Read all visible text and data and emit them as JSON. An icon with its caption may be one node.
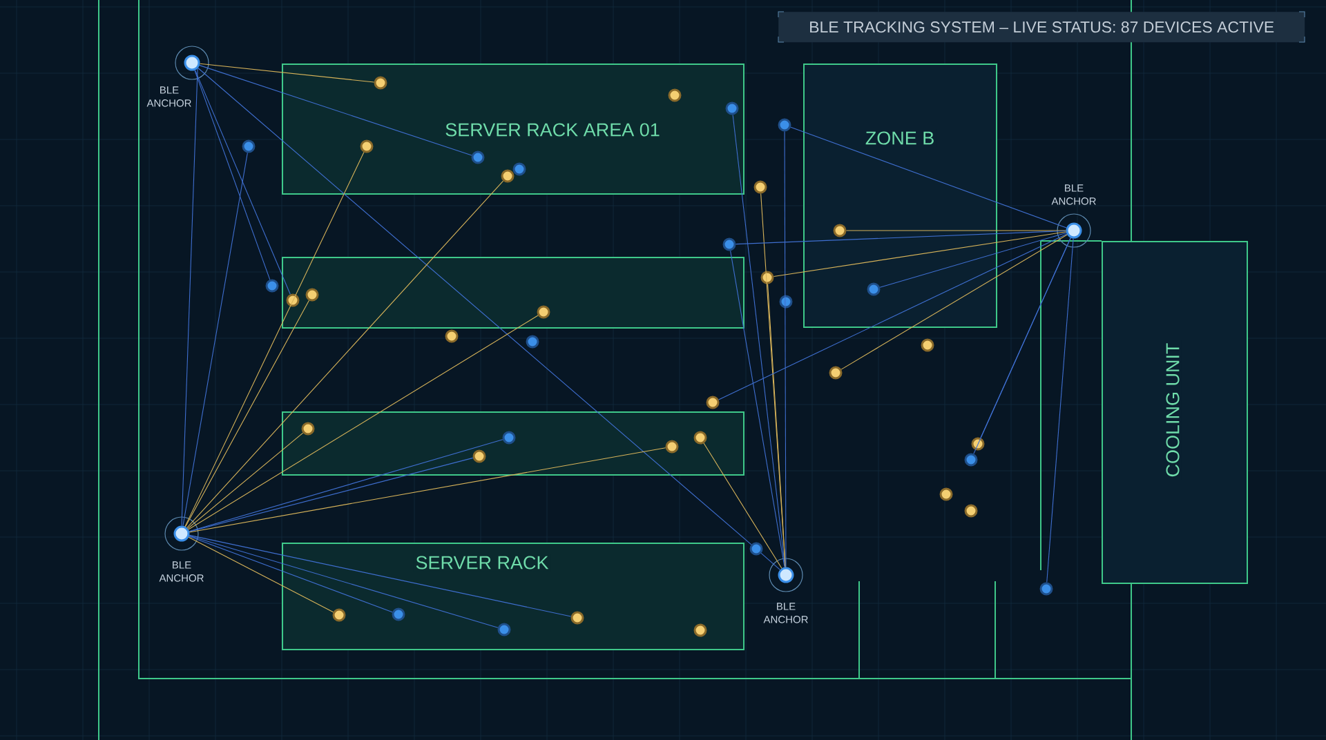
{
  "diagram": {
    "title": "BLE TRACKING SYSTEM – LIVE STATUS: 87 DEVICES ACTIVE",
    "nodes": [
      {
        "text": [
          "SERVER RACK AREA 01"
        ]
      },
      {
        "text": [],
        "shape": "box"
      },
      {
        "text": [],
        "shape": "box"
      },
      {
        "text": [
          "SERVER RACK"
        ]
      },
      {
        "text": [
          "ZONE B"
        ]
      },
      {
        "text": [
          "COOLING UNIT"
        ]
      },
      {
        "text": [
          "BLE ANCHOR"
        ]
      },
      {
        "text": [
          "BLE ANCHOR"
        ]
      },
      {
        "text": [
          "BLE ANCHOR"
        ]
      },
      {
        "text": [
          "BLE ANCHOR"
        ]
      },
      {
        "text": [],
        "shape": "circle",
        "in": 0
      },
      {
        "text": [],
        "shape": "circle",
        "in": 0
      },
      {
        "text": [],
        "shape": "circle",
        "in": 0
      },
      {
        "text": [],
        "shape": "circle"
      },
      {
        "text": [],
        "shape": "circle"
      },
      {
        "text": [],
        "shape": "circle",
        "in": 0
      },
      {
        "text": [],
        "shape": "circle",
        "in": 0
      },
      {
        "text": [],
        "shape": "circle",
        "in": 0
      },
      {
        "text": [],
        "shape": "circle",
        "in": 0
      },
      {
        "text": [],
        "shape": "circle"
      },
      {
        "text": [],
        "shape": "circle",
        "in": 4
      },
      {
        "text": [],
        "shape": "circle"
      },
      {
        "text": [],
        "shape": "circle"
      },
      {
        "text": [],
        "shape": "circle",
        "in": 1
      },
      {
        "text": [],
        "shape": "circle",
        "in": 1
      },
      {
        "text": [],
        "shape": "circle"
      },
      {
        "text": [],
        "shape": "circle",
        "in": 4
      },
      {
        "text": [],
        "shape": "circle"
      },
      {
        "text": [],
        "shape": "circle",
        "in": 1
      },
      {
        "text": [],
        "shape": "circle"
      },
      {
        "text": [],
        "shape": "circle"
      },
      {
        "text": [],
        "shape": "circle"
      },
      {
        "text": [],
        "shape": "circle"
      },
      {
        "text": [],
        "shape": "circle"
      },
      {
        "text": [],
        "shape": "circle",
        "in": 2
      },
      {
        "text": [],
        "shape": "circle",
        "in": 2
      },
      {
        "text": [],
        "shape": "circle",
        "in": 2
      },
      {
        "text": [],
        "shape": "circle",
        "in": 2
      },
      {
        "text": [],
        "shape": "circle",
        "in": 2
      },
      {
        "text": [],
        "shape": "circle"
      },
      {
        "text": [],
        "shape": "circle"
      },
      {
        "text": [],
        "shape": "circle"
      },
      {
        "text": [],
        "shape": "circle"
      },
      {
        "text": [],
        "shape": "circle"
      },
      {
        "text": [],
        "shape": "circle",
        "in": 3
      },
      {
        "text": [],
        "shape": "circle",
        "in": 3
      },
      {
        "text": [],
        "shape": "circle",
        "in": 3
      },
      {
        "text": [],
        "shape": "circle",
        "in": 3
      },
      {
        "text": [],
        "shape": "circle",
        "in": 3
      },
      {
        "text": [],
        "shape": "circle"
      }
    ],
    "edges": [
      {
        "from": 6,
        "to": 10,
        "arrow": "none",
        "color": "#d8b45a"
      },
      {
        "from": 6,
        "to": 16,
        "arrow": "none"
      },
      {
        "from": 6,
        "to": 43,
        "arrow": "none"
      },
      {
        "from": 6,
        "to": 22,
        "arrow": "none"
      },
      {
        "from": 6,
        "to": 23,
        "arrow": "none"
      },
      {
        "from": 6,
        "to": 7,
        "arrow": "none"
      },
      {
        "from": 7,
        "to": 15,
        "arrow": "none",
        "color": "#d8b45a"
      },
      {
        "from": 7,
        "to": 17,
        "arrow": "none",
        "color": "#d8b45a"
      },
      {
        "from": 7,
        "to": 28,
        "arrow": "none",
        "color": "#d8b45a"
      },
      {
        "from": 7,
        "to": 14,
        "arrow": "none"
      },
      {
        "from": 7,
        "to": 34,
        "arrow": "none",
        "color": "#d8b45a"
      },
      {
        "from": 7,
        "to": 35,
        "arrow": "none"
      },
      {
        "from": 7,
        "to": 36,
        "arrow": "none"
      },
      {
        "from": 7,
        "to": 37,
        "arrow": "none",
        "color": "#d8b45a"
      },
      {
        "from": 7,
        "to": 44,
        "arrow": "none",
        "color": "#d8b45a"
      },
      {
        "from": 7,
        "to": 45,
        "arrow": "none"
      },
      {
        "from": 7,
        "to": 46,
        "arrow": "none"
      },
      {
        "from": 7,
        "to": 47,
        "arrow": "none"
      },
      {
        "from": 7,
        "to": 24,
        "arrow": "none",
        "color": "#d8b45a"
      },
      {
        "from": 8,
        "to": 12,
        "arrow": "none"
      },
      {
        "from": 8,
        "to": 19,
        "arrow": "none",
        "color": "#d8b45a"
      },
      {
        "from": 8,
        "to": 25,
        "arrow": "none",
        "color": "#d8b45a"
      },
      {
        "from": 8,
        "to": 38,
        "arrow": "none",
        "color": "#d8b45a"
      },
      {
        "from": 8,
        "to": 43,
        "arrow": "none"
      },
      {
        "from": 8,
        "to": 21,
        "arrow": "none"
      },
      {
        "from": 8,
        "to": 13,
        "arrow": "none"
      },
      {
        "from": 9,
        "to": 26,
        "arrow": "none"
      },
      {
        "from": 9,
        "to": 20,
        "arrow": "none",
        "color": "#d8b45a"
      },
      {
        "from": 9,
        "to": 32,
        "arrow": "none",
        "color": "#d8b45a"
      },
      {
        "from": 9,
        "to": 33,
        "arrow": "none"
      },
      {
        "from": 9,
        "to": 25,
        "arrow": "none",
        "color": "#d8b45a"
      },
      {
        "from": 9,
        "to": 21,
        "arrow": "none"
      },
      {
        "from": 9,
        "to": 13,
        "arrow": "none"
      },
      {
        "from": 9,
        "to": 39,
        "arrow": "none"
      },
      {
        "from": 9,
        "to": 40,
        "arrow": "none"
      },
      {
        "from": 9,
        "to": 49,
        "arrow": "none"
      }
    ]
  }
}
